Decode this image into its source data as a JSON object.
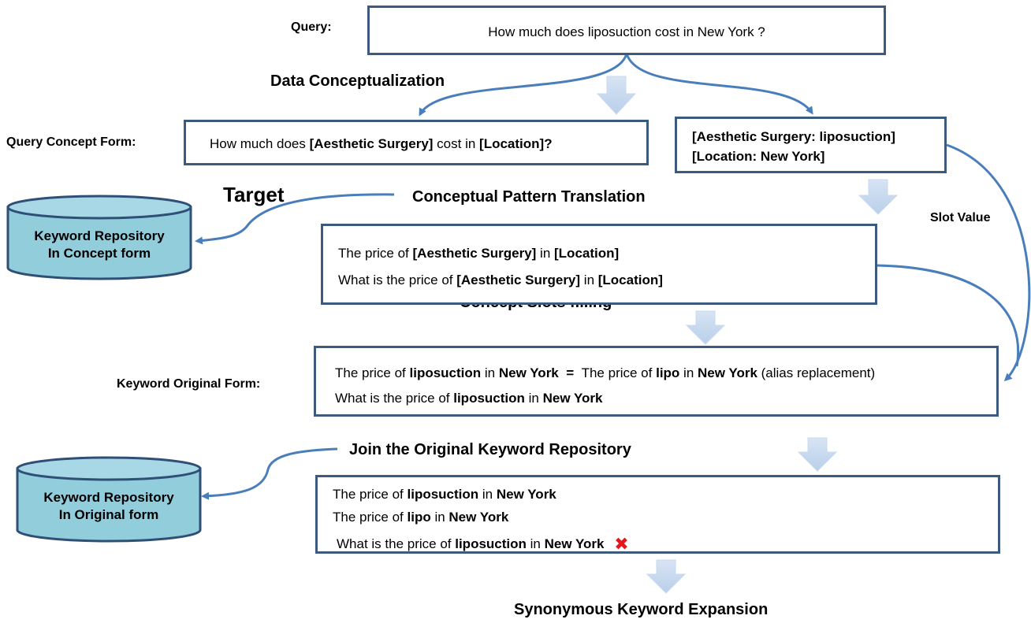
{
  "labels": {
    "query": "Query:",
    "query_concept_form": "Query Concept Form:",
    "keyword_original_form": "Keyword Original Form:",
    "target": "Target",
    "slot_value": "Slot Value"
  },
  "steps": {
    "data_conceptualization": "Data Conceptualization",
    "conceptual_pattern_translation": "Conceptual Pattern Translation",
    "concept_slots_filling": "Concept Slots filling",
    "join_original_repository": "Join the Original Keyword Repository",
    "synonymous_keyword_expansion": "Synonymous Keyword Expansion"
  },
  "query_box": {
    "text": "How much does  liposuction cost in New York ?"
  },
  "concept_form_box": {
    "prefix": "How much does ",
    "slot1": "[Aesthetic Surgery]",
    "middle": " cost in ",
    "slot2": "[Location]?"
  },
  "slots_box": {
    "line1": "[Aesthetic Surgery: liposuction]",
    "line2": "[Location: New York]"
  },
  "repositories": {
    "concept": {
      "line1": "Keyword Repository",
      "line2": "In Concept form"
    },
    "original": {
      "line1": "Keyword Repository",
      "line2": "In Original form"
    }
  },
  "translation_box": {
    "line1": {
      "a": "The price of ",
      "b": "[Aesthetic Surgery]",
      "c": "  in ",
      "d": "[Location]"
    },
    "line2": {
      "a": "What is the price of ",
      "b": "[Aesthetic Surgery]",
      "c": " in ",
      "d": "[Location]"
    }
  },
  "filled_box": {
    "line1": {
      "a": "The price of ",
      "b": "liposuction",
      "c": "  in ",
      "d": "New York",
      "eq": "  =  ",
      "e": "The price of ",
      "f": "lipo",
      "g": " in ",
      "h": "New York",
      "i": " (alias replacement)"
    },
    "line2": {
      "a": "What is the price of ",
      "b": "liposuction",
      "c": " in ",
      "d": "New York"
    }
  },
  "result_box": {
    "line1": {
      "a": "The price of ",
      "b": "liposuction",
      "c": "  in ",
      "d": "New York"
    },
    "line2": {
      "a": "The price of ",
      "b": "lipo",
      "c": " in ",
      "d": "New York"
    },
    "line3": {
      "a": "What is the price of ",
      "b": "liposuction",
      "c": " in ",
      "d": "New York"
    },
    "rejected_mark": "✖"
  },
  "colors": {
    "box_border": "#3c5a7e",
    "connector": "#4a7ebb",
    "down_arrow": "#c5d8ee",
    "cylinder_fill": "#92cddc",
    "cylinder_border": "#2f4f76",
    "reject": "#e8141b"
  }
}
